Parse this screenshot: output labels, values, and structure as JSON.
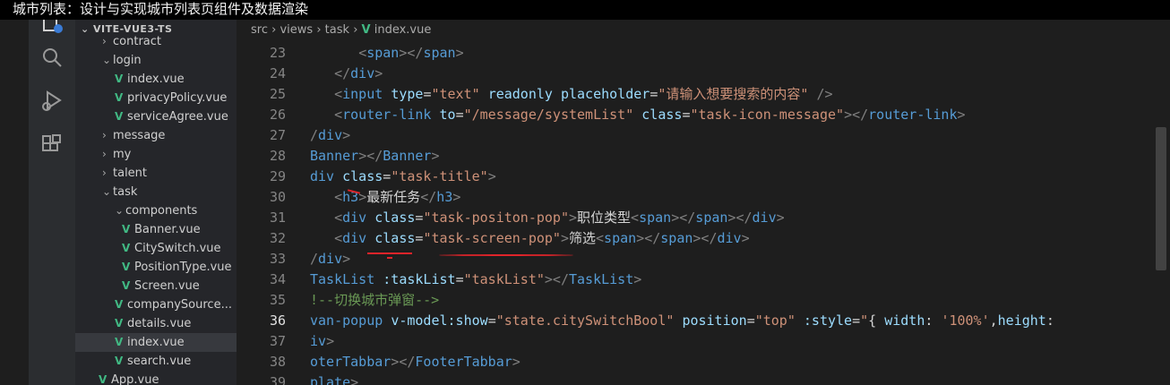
{
  "caption": "城市列表：设计与实现城市列表页组件及数据渲染",
  "explorer": {
    "title": "VITE-VUE3-TS",
    "items": [
      {
        "label": "contract",
        "kind": "folder",
        "indent": 30
      },
      {
        "label": "login",
        "kind": "folder-open",
        "indent": 30
      },
      {
        "label": "index.vue",
        "kind": "file",
        "indent": 44
      },
      {
        "label": "privacyPolicy.vue",
        "kind": "file",
        "indent": 44
      },
      {
        "label": "serviceAgree.vue",
        "kind": "file",
        "indent": 44
      },
      {
        "label": "message",
        "kind": "folder",
        "indent": 30
      },
      {
        "label": "my",
        "kind": "folder",
        "indent": 30
      },
      {
        "label": "talent",
        "kind": "folder",
        "indent": 30
      },
      {
        "label": "task",
        "kind": "folder-open",
        "indent": 30
      },
      {
        "label": "components",
        "kind": "folder-open",
        "indent": 44
      },
      {
        "label": "Banner.vue",
        "kind": "file",
        "indent": 52
      },
      {
        "label": "CitySwitch.vue",
        "kind": "file",
        "indent": 52
      },
      {
        "label": "PositionType.vue",
        "kind": "file",
        "indent": 52
      },
      {
        "label": "Screen.vue",
        "kind": "file",
        "indent": 52
      },
      {
        "label": "companySource...",
        "kind": "file",
        "indent": 44
      },
      {
        "label": "details.vue",
        "kind": "file",
        "indent": 44
      },
      {
        "label": "index.vue",
        "kind": "file",
        "indent": 44,
        "selected": true
      },
      {
        "label": "search.vue",
        "kind": "file",
        "indent": 44
      },
      {
        "label": "App.vue",
        "kind": "file",
        "indent": 26
      }
    ]
  },
  "breadcrumb": {
    "parts": [
      "src",
      "views",
      "task"
    ],
    "file": "index.vue"
  },
  "editor": {
    "current_line": "36",
    "lines": [
      {
        "n": "23",
        "tokens": [
          [
            "x",
            "      "
          ],
          [
            "p",
            "<"
          ],
          [
            "t",
            "span"
          ],
          [
            "p",
            "></"
          ],
          [
            "t",
            "span"
          ],
          [
            "p",
            ">"
          ]
        ]
      },
      {
        "n": "24",
        "tokens": [
          [
            "x",
            "   "
          ],
          [
            "p",
            "</"
          ],
          [
            "t",
            "div"
          ],
          [
            "p",
            ">"
          ]
        ]
      },
      {
        "n": "25",
        "tokens": [
          [
            "x",
            "   "
          ],
          [
            "p",
            "<"
          ],
          [
            "t",
            "input"
          ],
          [
            "x",
            " "
          ],
          [
            "a",
            "type"
          ],
          [
            "x",
            "="
          ],
          [
            "s",
            "\"text\""
          ],
          [
            "x",
            " "
          ],
          [
            "a",
            "readonly"
          ],
          [
            "x",
            " "
          ],
          [
            "a",
            "placeholder"
          ],
          [
            "x",
            "="
          ],
          [
            "s",
            "\"请输入想要搜索的内容\""
          ],
          [
            "x",
            " "
          ],
          [
            "p",
            "/>"
          ]
        ]
      },
      {
        "n": "26",
        "tokens": [
          [
            "x",
            "   "
          ],
          [
            "p",
            "<"
          ],
          [
            "t",
            "router-link"
          ],
          [
            "x",
            " "
          ],
          [
            "a",
            "to"
          ],
          [
            "x",
            "="
          ],
          [
            "s",
            "\"/message/systemList\""
          ],
          [
            "x",
            " "
          ],
          [
            "a",
            "class"
          ],
          [
            "x",
            "="
          ],
          [
            "s",
            "\"task-icon-message\""
          ],
          [
            "p",
            "></"
          ],
          [
            "t",
            "router-link"
          ],
          [
            "p",
            ">"
          ]
        ]
      },
      {
        "n": "27",
        "tokens": [
          [
            "p",
            "/"
          ],
          [
            "t",
            "div"
          ],
          [
            "p",
            ">"
          ]
        ]
      },
      {
        "n": "28",
        "tokens": [
          [
            "t",
            "Banner"
          ],
          [
            "p",
            "></"
          ],
          [
            "t",
            "Banner"
          ],
          [
            "p",
            ">"
          ]
        ]
      },
      {
        "n": "29",
        "tokens": [
          [
            "t",
            "div"
          ],
          [
            "x",
            " "
          ],
          [
            "a",
            "class"
          ],
          [
            "x",
            "="
          ],
          [
            "s",
            "\"task-title\""
          ],
          [
            "p",
            ">"
          ]
        ]
      },
      {
        "n": "30",
        "tokens": [
          [
            "x",
            "   "
          ],
          [
            "p",
            "<"
          ],
          [
            "t",
            "h3"
          ],
          [
            "p",
            ">"
          ],
          [
            "x",
            "最新任务"
          ],
          [
            "p",
            "</"
          ],
          [
            "t",
            "h3"
          ],
          [
            "p",
            ">"
          ]
        ]
      },
      {
        "n": "31",
        "tokens": [
          [
            "x",
            "   "
          ],
          [
            "p",
            "<"
          ],
          [
            "t",
            "div"
          ],
          [
            "x",
            " "
          ],
          [
            "a",
            "class"
          ],
          [
            "x",
            "="
          ],
          [
            "s",
            "\"task-positon-pop\""
          ],
          [
            "p",
            ">"
          ],
          [
            "x",
            "职位类型"
          ],
          [
            "p",
            "<"
          ],
          [
            "t",
            "span"
          ],
          [
            "p",
            "></"
          ],
          [
            "t",
            "span"
          ],
          [
            "p",
            "></"
          ],
          [
            "t",
            "div"
          ],
          [
            "p",
            ">"
          ]
        ]
      },
      {
        "n": "32",
        "tokens": [
          [
            "x",
            "   "
          ],
          [
            "p",
            "<"
          ],
          [
            "t",
            "div"
          ],
          [
            "x",
            " "
          ],
          [
            "a",
            "class"
          ],
          [
            "x",
            "="
          ],
          [
            "s",
            "\"task-screen-pop\""
          ],
          [
            "p",
            ">"
          ],
          [
            "x",
            "筛选"
          ],
          [
            "p",
            "<"
          ],
          [
            "t",
            "span"
          ],
          [
            "p",
            "></"
          ],
          [
            "t",
            "span"
          ],
          [
            "p",
            "></"
          ],
          [
            "t",
            "div"
          ],
          [
            "p",
            ">"
          ]
        ]
      },
      {
        "n": "33",
        "tokens": [
          [
            "p",
            "/"
          ],
          [
            "t",
            "div"
          ],
          [
            "p",
            ">"
          ]
        ]
      },
      {
        "n": "34",
        "tokens": [
          [
            "t",
            "TaskList"
          ],
          [
            "x",
            " "
          ],
          [
            "a",
            ":taskList"
          ],
          [
            "x",
            "="
          ],
          [
            "s",
            "\"taskList\""
          ],
          [
            "p",
            "></"
          ],
          [
            "t",
            "TaskList"
          ],
          [
            "p",
            ">"
          ]
        ]
      },
      {
        "n": "35",
        "tokens": [
          [
            "c",
            "!--切换城市弹窗-->"
          ]
        ]
      },
      {
        "n": "36",
        "tokens": [
          [
            "t",
            "van-popup"
          ],
          [
            "x",
            " "
          ],
          [
            "a",
            "v-model:show"
          ],
          [
            "x",
            "="
          ],
          [
            "s",
            "\"state.citySwitchBool\""
          ],
          [
            "x",
            " "
          ],
          [
            "a",
            "position"
          ],
          [
            "x",
            "="
          ],
          [
            "s",
            "\"top\""
          ],
          [
            "x",
            " "
          ],
          [
            "a",
            ":style"
          ],
          [
            "x",
            "="
          ],
          [
            "s",
            "\""
          ],
          [
            "x",
            "{ "
          ],
          [
            "a",
            "width"
          ],
          [
            "x",
            ": "
          ],
          [
            "s",
            "'100%'"
          ],
          [
            "x",
            ","
          ],
          [
            "a",
            "height"
          ],
          [
            "x",
            ":  "
          ]
        ]
      },
      {
        "n": "37",
        "tokens": [
          [
            "t",
            "iv"
          ],
          [
            "p",
            ">"
          ]
        ]
      },
      {
        "n": "38",
        "tokens": [
          [
            "t",
            "oterTabbar"
          ],
          [
            "p",
            "></"
          ],
          [
            "t",
            "FooterTabbar"
          ],
          [
            "p",
            ">"
          ]
        ]
      },
      {
        "n": "39",
        "tokens": [
          [
            "t",
            "plate"
          ],
          [
            "p",
            ">"
          ]
        ]
      }
    ]
  }
}
